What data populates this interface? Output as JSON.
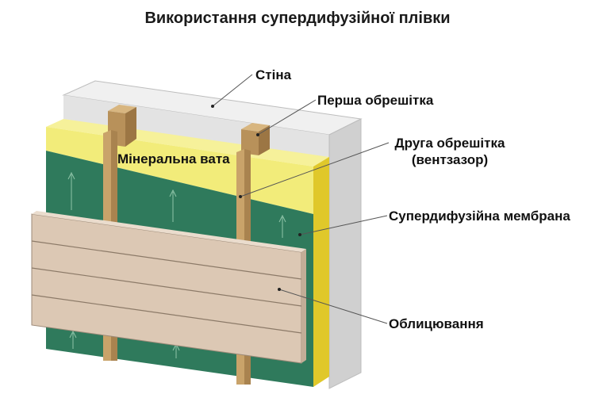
{
  "title": "Використання супердифузійної плівки",
  "labels": {
    "wall": "Стіна",
    "first_batten": "Перша обрешітка",
    "mineral_wool": "Мінеральна вата",
    "second_batten_line1": "Друга обрешітка",
    "second_batten_line2": "(вентзазор)",
    "membrane": "Супердифузійна мембрана",
    "cladding": "Облицювання"
  },
  "colors": {
    "wall": "#e6e6e6",
    "mineral_wool": "#f2ec7a",
    "membrane": "#2f7a5c",
    "batten": "#c9a36a",
    "cladding": "#dcc8b4",
    "leader_line": "#555555"
  }
}
